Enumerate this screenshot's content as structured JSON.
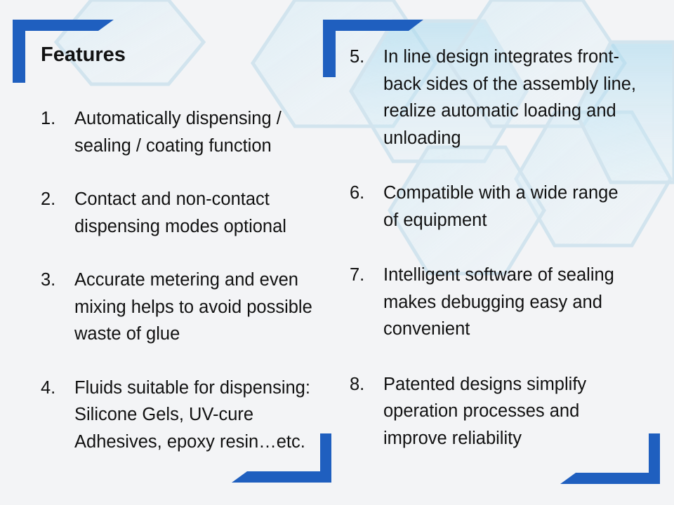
{
  "slide": {
    "title": "Features",
    "accent_color": "#1f5fbf",
    "features": [
      {
        "num": "1.",
        "text": "Automatically dispensing / sealing / coating function"
      },
      {
        "num": "2.",
        "text": "Contact and non-contact dispensing modes optional"
      },
      {
        "num": "3.",
        "text": "Accurate metering and even mixing helps to avoid possible waste of glue"
      },
      {
        "num": "4.",
        "text": "Fluids suitable for dispensing: Silicone Gels, UV-cure Adhesives, epoxy resin…etc."
      },
      {
        "num": "5.",
        "text": "In line design integrates front-back sides of the assembly line, realize automatic loading and unloading"
      },
      {
        "num": "6.",
        "text": "Compatible with a wide range of equipment"
      },
      {
        "num": "7.",
        "text": "Intelligent software of sealing makes debugging easy and convenient"
      },
      {
        "num": "8.",
        "text": "Patented designs simplify operation processes and improve reliability"
      }
    ]
  }
}
